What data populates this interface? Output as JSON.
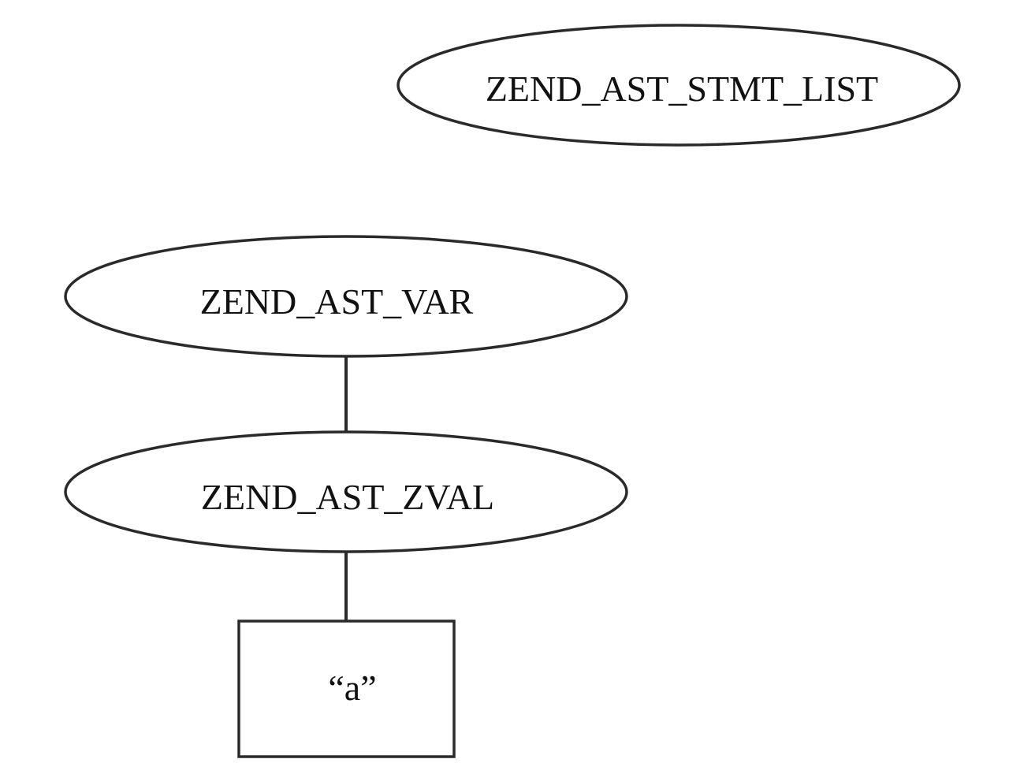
{
  "diagram": {
    "nodes": {
      "stmt_list": {
        "label": "ZEND_AST_STMT_LIST",
        "shape": "ellipse"
      },
      "var": {
        "label": "ZEND_AST_VAR",
        "shape": "ellipse"
      },
      "zval": {
        "label": "ZEND_AST_ZVAL",
        "shape": "ellipse"
      },
      "value": {
        "label": "“a”",
        "shape": "rectangle"
      }
    },
    "edges": [
      {
        "from": "var",
        "to": "zval"
      },
      {
        "from": "zval",
        "to": "value"
      }
    ],
    "colors": {
      "stroke": "#2a2a2a",
      "text": "#111111",
      "background": "#ffffff"
    }
  }
}
